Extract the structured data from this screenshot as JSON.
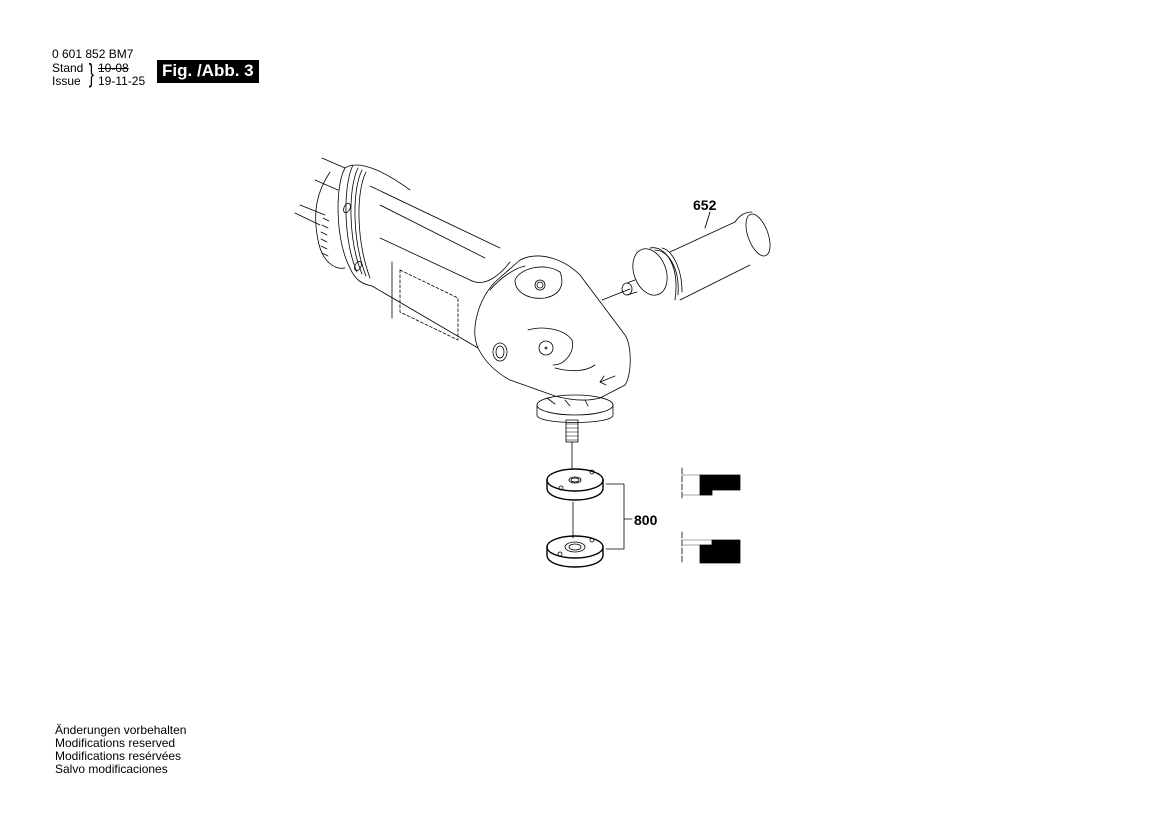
{
  "header": {
    "part_number": "0 601 852 BM7",
    "stand_label": "Stand",
    "issue_label": "Issue",
    "stand_date": "10-08",
    "issue_date": "19-11-25",
    "figure_label": "Fig. /Abb. 3"
  },
  "callouts": {
    "handle": "652",
    "flange_set": "800"
  },
  "parts": [
    {
      "id": "652",
      "name": "auxiliary-handle"
    },
    {
      "id": "800",
      "name": "flange-nut-set"
    }
  ],
  "footer": {
    "lines": [
      "Änderungen vorbehalten",
      "Modifications reserved",
      "Modifications resérvées",
      "Salvo modificaciones"
    ]
  },
  "colors": {
    "line": "#000000",
    "background": "#ffffff",
    "badge_bg": "#000000",
    "badge_fg": "#ffffff"
  }
}
